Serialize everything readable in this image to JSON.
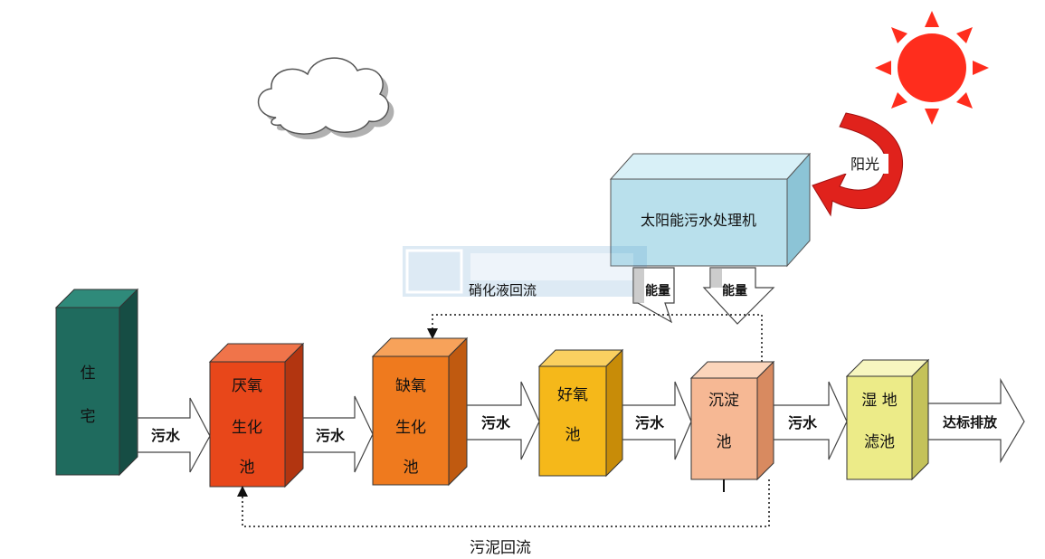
{
  "colors": {
    "residence": "#1f6b5e",
    "anaerobic": "#e8471a",
    "anoxic": "#ef7a1e",
    "aerobic": "#f5b81a",
    "sedimentation": "#f6b894",
    "wetland": "#eceb88",
    "solar_machine": "#b9e0ec",
    "sun": "#ff2d1d",
    "sunlight_arrow": "#e0221c"
  },
  "nodes": {
    "residence": [
      "住",
      "宅"
    ],
    "anaerobic": [
      "厌氧",
      "生化",
      "池"
    ],
    "anoxic": [
      "缺氧",
      "生化",
      "池"
    ],
    "aerobic": [
      "好氧",
      "池"
    ],
    "sedimentation": [
      "沉淀",
      "池"
    ],
    "wetland": [
      "湿 地",
      "滤池"
    ],
    "solar_machine": "太阳能污水处理机"
  },
  "edges": {
    "sewage": "污水",
    "discharge": "达标排放",
    "energy": "能量",
    "sunlight": "阳光",
    "nitrate_reflux": "硝化液回流",
    "sludge_reflux": "污泥回流"
  },
  "icons": {
    "sun": "sun-icon",
    "cloud": "cloud-icon",
    "watermark": "watermark-logo"
  }
}
